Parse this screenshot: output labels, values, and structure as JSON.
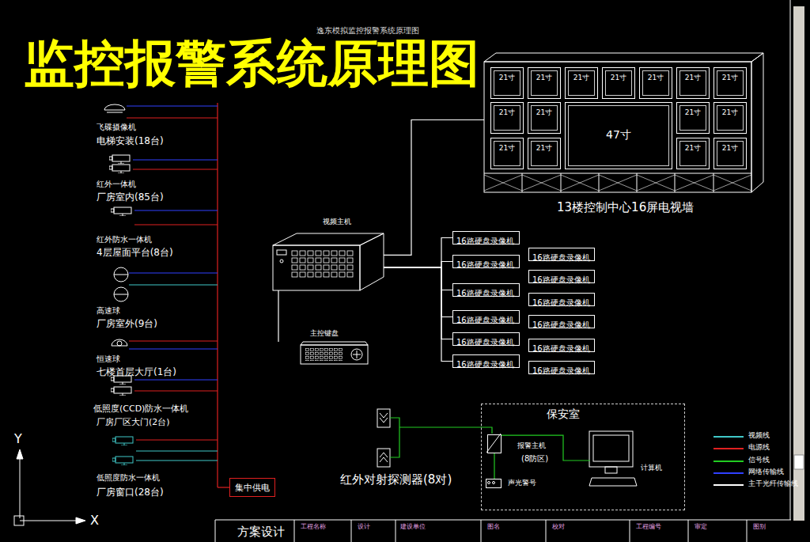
{
  "diagram": {
    "title": "监控报警系统原理图",
    "nodes": [
      {
        "text": [
          "视频主机"
        ]
      },
      {
        "text": [
          "主控键盘"
        ]
      },
      {
        "text": [
          "13楼控制中心16屏电视墙"
        ]
      },
      {
        "text": [
          "21寸"
        ],
        "in": 2
      },
      {
        "text": [
          "21寸"
        ],
        "in": 2
      },
      {
        "text": [
          "21寸"
        ],
        "in": 2
      },
      {
        "text": [
          "21寸"
        ],
        "in": 2
      },
      {
        "text": [
          "21寸"
        ],
        "in": 2
      },
      {
        "text": [
          "21寸"
        ],
        "in": 2
      },
      {
        "text": [
          "21寸"
        ],
        "in": 2
      },
      {
        "text": [
          "21寸"
        ],
        "in": 2
      },
      {
        "text": [
          "21寸"
        ],
        "in": 2
      },
      {
        "text": [
          "47寸"
        ],
        "in": 2
      },
      {
        "text": [
          "21寸"
        ],
        "in": 2
      },
      {
        "text": [
          "21寸"
        ],
        "in": 2
      },
      {
        "text": [
          "21寸"
        ],
        "in": 2
      },
      {
        "text": [
          "21寸"
        ],
        "in": 2
      },
      {
        "text": [
          "21寸"
        ],
        "in": 2
      },
      {
        "text": [
          "21寸"
        ],
        "in": 2
      },
      {
        "text": [
          "16路硬盘录像机"
        ]
      },
      {
        "text": [
          "16路硬盘录像机"
        ]
      },
      {
        "text": [
          "16路硬盘录像机"
        ]
      },
      {
        "text": [
          "16路硬盘录像机"
        ]
      },
      {
        "text": [
          "16路硬盘录像机"
        ]
      },
      {
        "text": [
          "16路硬盘录像机"
        ]
      },
      {
        "text": [
          "16路硬盘录像机"
        ]
      },
      {
        "text": [
          "16路硬盘录像机"
        ]
      },
      {
        "text": [
          "16路硬盘录像机"
        ]
      },
      {
        "text": [
          "16路硬盘录像机"
        ]
      },
      {
        "text": [
          "16路硬盘录像机"
        ]
      },
      {
        "text": [
          "16路硬盘录像机"
        ]
      },
      {
        "text": [
          "保安室"
        ]
      },
      {
        "text": [
          "报警主机",
          "(8防区)"
        ],
        "in": 31
      },
      {
        "text": [
          "声光警号"
        ],
        "in": 31
      },
      {
        "text": [
          "计算机"
        ],
        "in": 31
      },
      {
        "text": [
          "集中供电"
        ]
      }
    ],
    "edges": [
      {
        "from": 0,
        "to": 2,
        "arrow": "none"
      },
      {
        "from": 0,
        "to": 1,
        "arrow": "none"
      },
      {
        "from": 0,
        "to": 19,
        "arrow": "none"
      },
      {
        "from": 0,
        "to": 21,
        "arrow": "none"
      },
      {
        "from": 0,
        "to": 23,
        "arrow": "none"
      },
      {
        "from": 0,
        "to": 25,
        "arrow": "none"
      },
      {
        "from": 0,
        "to": 27,
        "arrow": "none"
      },
      {
        "from": 0,
        "to": 29,
        "arrow": "none"
      },
      {
        "from": 32,
        "to": 34,
        "arrow": "none"
      },
      {
        "from": 32,
        "to": 33,
        "arrow": "none"
      }
    ],
    "labels": [
      "逸东模拟监控报警系统原理图",
      "飞碟摄像机",
      "电梯安装(18台)",
      "红外一体机",
      "厂房室内(85台)",
      "红外防水一体机",
      "4层屋面平台(8台)",
      "高速球",
      "厂房室外(9台)",
      "恒速球",
      "七楼首层大厅(1台)",
      "低照度(CCD)防水一体机",
      "厂房厂区大门(2台)",
      "低照度防水一体机",
      "厂房窗口(28台)",
      "红外对射探测器(8对)",
      "Y",
      "X",
      "方案设计",
      "工程名称",
      "设计",
      "建设单位",
      "图名",
      "校对",
      "工程编号",
      "审定",
      "图别"
    ],
    "legend": [
      {
        "text": "视频线",
        "color": "#40c8c8"
      },
      {
        "text": "电源线",
        "color": "#e02020"
      },
      {
        "text": "信号线",
        "color": "#22cc22"
      },
      {
        "text": "网络传输线",
        "color": "#3040ff"
      },
      {
        "text": "主干光纤传输线",
        "color": "#ffffff"
      }
    ]
  }
}
